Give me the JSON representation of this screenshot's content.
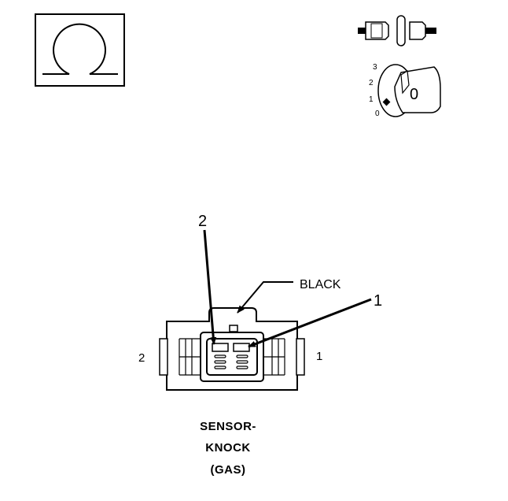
{
  "ohmmeter_symbol": {
    "icon": "ohm-icon"
  },
  "ignition_switch": {
    "icon": "ignition-key-icon",
    "positions": [
      "3",
      "2",
      "1",
      "0"
    ],
    "key_label": "0"
  },
  "connector": {
    "color_callout": "BLACK",
    "pin_callouts": {
      "top_left": "2",
      "top_right": "1"
    },
    "side_labels": {
      "left": "2",
      "right": "1"
    }
  },
  "caption": {
    "line1": "SENSOR-",
    "line2": "KNOCK",
    "line3": "(GAS)"
  }
}
